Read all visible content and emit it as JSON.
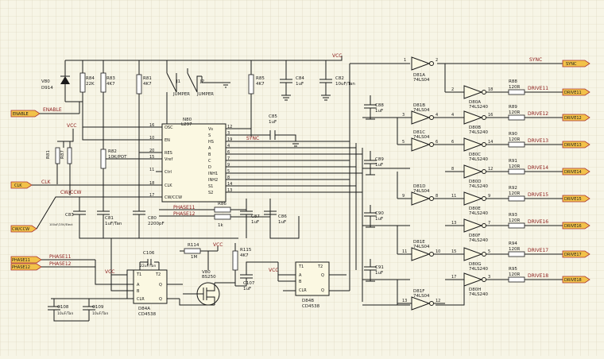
{
  "ports": {
    "enable": "ENABLE",
    "clk": "CLK",
    "cw_ccw": "CW/CCW",
    "phase11": "PHASE11",
    "phase12": "PHASE12",
    "sync": "SYNC",
    "drives": [
      "DRIVE11",
      "DRIVE12",
      "DRIVE13",
      "DRIVE14",
      "DRIVE15",
      "DRIVE16",
      "DRIVE17",
      "DRIVE18"
    ]
  },
  "nets": {
    "vcc": "VCC",
    "enable": "ENABLE",
    "clk": "CLK",
    "cw_ccw": "CW/CCW",
    "phase11": "PHASE11",
    "phase12": "PHASE12",
    "sync": "SYNC"
  },
  "components": {
    "d_ref": "V80",
    "d_val": "D914",
    "r84_ref": "R84",
    "r84_val": "22K",
    "r83_ref": "R83",
    "r83_val": "4K7",
    "r81_ref": "R81",
    "r81_val": "4K7",
    "j1": "J1",
    "j1_val": "JUMPER",
    "j2": "J2",
    "j2_val": "JUMPER",
    "r85_ref": "R85",
    "r85_val": "4K7",
    "c84_ref": "C84",
    "c84_val": "1uF",
    "c82_ref": "C82",
    "c82_val": "10uF/Tan",
    "c85_ref": "C85",
    "c85_val": "1uF",
    "r81b": "R81",
    "r87": "R87",
    "r82_ref": "R82",
    "r82_val": "10K/POT",
    "u_ref": "N80",
    "u_val": "L297",
    "c83_ref": "C83",
    "c83_val": "100uF/25V/Elect",
    "c81_ref": "C81",
    "c81_val": "1uF/Tan",
    "c80_ref": "C80",
    "c80_val": "2200pF",
    "r86_ref": "R86",
    "r86_val": "1k",
    "c87_ref": "C87",
    "c87_val": "1uF",
    "c86_ref": "C86",
    "c86_val": "1uF",
    "c106_ref": "C106",
    "c106_val": "22uF/Tan",
    "r114_ref": "R114",
    "r114_val": "1M",
    "r115_ref": "R115",
    "r115_val": "4K7",
    "v80_ref": "V80",
    "v80_val": "BS250",
    "c107_ref": "C107",
    "c107_val": "1uF",
    "u84a_ref": "D84A",
    "u84a_val": "CD4538",
    "u84b_ref": "D84B",
    "u84b_val": "CD4538",
    "c108_ref": "C108",
    "c108_val": "10uF/Tan",
    "c109_ref": "C109",
    "c109_val": "10uF/Tan",
    "c88_ref": "C88",
    "c88_val": "1uF",
    "c89_ref": "C89",
    "c89_val": "1uF",
    "c90_ref": "C90",
    "c90_val": "1uF",
    "c91_ref": "C91",
    "c91_val": "1uF"
  },
  "l297_pins_left": [
    "OSC",
    "EN",
    "RES",
    "Vref",
    "Ctrl",
    "CLK",
    "CW/CCW"
  ],
  "l297_pin_numbers_left": [
    "16",
    "10",
    "20",
    "15",
    "11",
    "18",
    "17"
  ],
  "l297_pins_right": [
    "Vs",
    "S",
    "HS",
    "A",
    "B",
    "C",
    "D",
    "INH1",
    "INH2",
    "S1",
    "S2"
  ],
  "l297_pin_numbers_right": [
    "12",
    "3",
    "19",
    "4",
    "6",
    "7",
    "9",
    "5",
    "8",
    "14",
    "13"
  ],
  "mono_pins": {
    "t1": "T1",
    "t2": "T2",
    "a": "A",
    "b": "B",
    "clr": "CLR",
    "q": "Q",
    "qn": "Q"
  },
  "inverters_top": [
    {
      "ref": "D81A",
      "type": "74LS04",
      "in": "1",
      "out": "2"
    },
    {
      "ref": "D81B",
      "type": "74LS04",
      "in": "3",
      "out": "4"
    },
    {
      "ref": "D81C",
      "type": "74LS04",
      "in": "5",
      "out": "6"
    },
    {
      "ref": "D81D",
      "type": "74LS04",
      "in": "9",
      "out": "8"
    },
    {
      "ref": "D81E",
      "type": "74LS04",
      "in": "11",
      "out": "10"
    },
    {
      "ref": "D81F",
      "type": "74LS04",
      "in": "13",
      "out": "12"
    }
  ],
  "buffers": [
    {
      "ref": "D80A",
      "type": "74LS240",
      "in": "2",
      "out": "18"
    },
    {
      "ref": "D80B",
      "type": "74LS240",
      "in": "4",
      "out": "16"
    },
    {
      "ref": "D80C",
      "type": "74LS240",
      "in": "6",
      "out": "14"
    },
    {
      "ref": "D80D",
      "type": "74LS240",
      "in": "8",
      "out": "12"
    },
    {
      "ref": "D80E",
      "type": "74LS240",
      "in": "11",
      "out": "9"
    },
    {
      "ref": "D80F",
      "type": "74LS240",
      "in": "13",
      "out": "7"
    },
    {
      "ref": "D80G",
      "type": "74LS240",
      "in": "15",
      "out": "5"
    },
    {
      "ref": "D80H",
      "type": "74LS240",
      "in": "17",
      "out": "3"
    }
  ],
  "out_resistors": [
    {
      "ref": "R88",
      "val": "120R"
    },
    {
      "ref": "R89",
      "val": "120R"
    },
    {
      "ref": "R90",
      "val": "120R"
    },
    {
      "ref": "R91",
      "val": "120R"
    },
    {
      "ref": "R92",
      "val": "120R"
    },
    {
      "ref": "R93",
      "val": "120R"
    },
    {
      "ref": "R94",
      "val": "120R"
    },
    {
      "ref": "R95",
      "val": "120R"
    }
  ],
  "colors": {
    "grid": "#d8d2b8",
    "wire": "#1a1a1a",
    "port_fill": "#f2c24a",
    "port_stroke": "#a33",
    "label": "#8b1a1a",
    "background": "#f7f5e6"
  }
}
